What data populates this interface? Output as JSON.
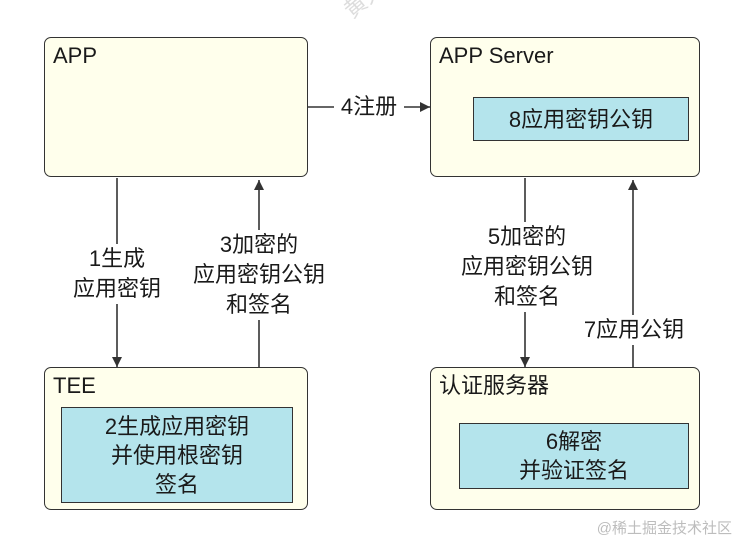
{
  "watermark": {
    "top": "黄火",
    "bottom": "@稀土掘金技术社区"
  },
  "app": {
    "title": "APP"
  },
  "app_server": {
    "title": "APP Server",
    "inner": "8应用密钥公钥"
  },
  "tee": {
    "title": "TEE",
    "inner": [
      "2生成应用密钥",
      "并使用根密钥",
      "签名"
    ]
  },
  "auth_server": {
    "title": "认证服务器",
    "inner": [
      "6解密",
      "并验证签名"
    ]
  },
  "edges": {
    "e1": [
      "1生成",
      "应用密钥"
    ],
    "e3": [
      "3加密的",
      "应用密钥公钥",
      "和签名"
    ],
    "e4": "4注册",
    "e5": [
      "5加密的",
      "应用密钥公钥",
      "和签名"
    ],
    "e7": "7应用公钥"
  },
  "colors": {
    "box_fill": "#ffffec",
    "inner_fill": "#b4e4ec",
    "stroke": "#333333"
  }
}
